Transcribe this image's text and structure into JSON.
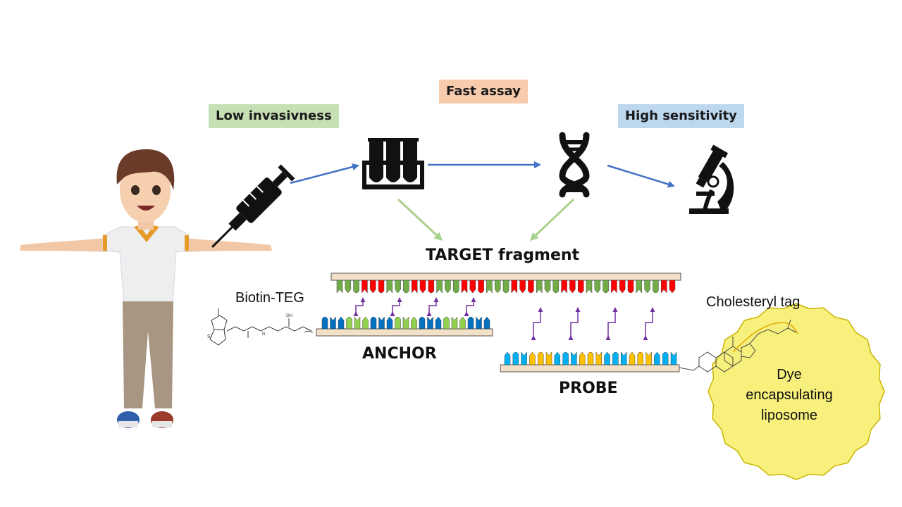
{
  "badges": {
    "low_invasiveness": "Low invasivness",
    "fast_assay": "Fast assay",
    "high_sensitivity": "High sensitivity"
  },
  "labels": {
    "target": "TARGET fragment",
    "anchor": "ANCHOR",
    "probe": "PROBE",
    "biotin": "Biotin-TEG",
    "cholesteryl": "Cholesteryl tag",
    "liposome": [
      "Dye",
      "encapsulating",
      "liposome"
    ]
  },
  "icons": [
    "person-icon",
    "syringe-icon",
    "test-tubes-icon",
    "dna-icon",
    "microscope-icon"
  ],
  "colors": {
    "badge_green": "#c6e0b4",
    "badge_orange": "#f8cbad",
    "badge_blue": "#bdd7ee",
    "flow_arrow": "#4472c4",
    "converge_arrow": "#a9d18e",
    "hybridization_arrow": "#7030a0",
    "strand_backbone": "#f2e0c8",
    "liposome_fill": "#f7f07c",
    "liposome_edge": "#c9b400",
    "base_colors": [
      "#70ad47",
      "#ffc000",
      "#0070c0",
      "#ff0000",
      "#00b0f0",
      "#92d050"
    ]
  }
}
